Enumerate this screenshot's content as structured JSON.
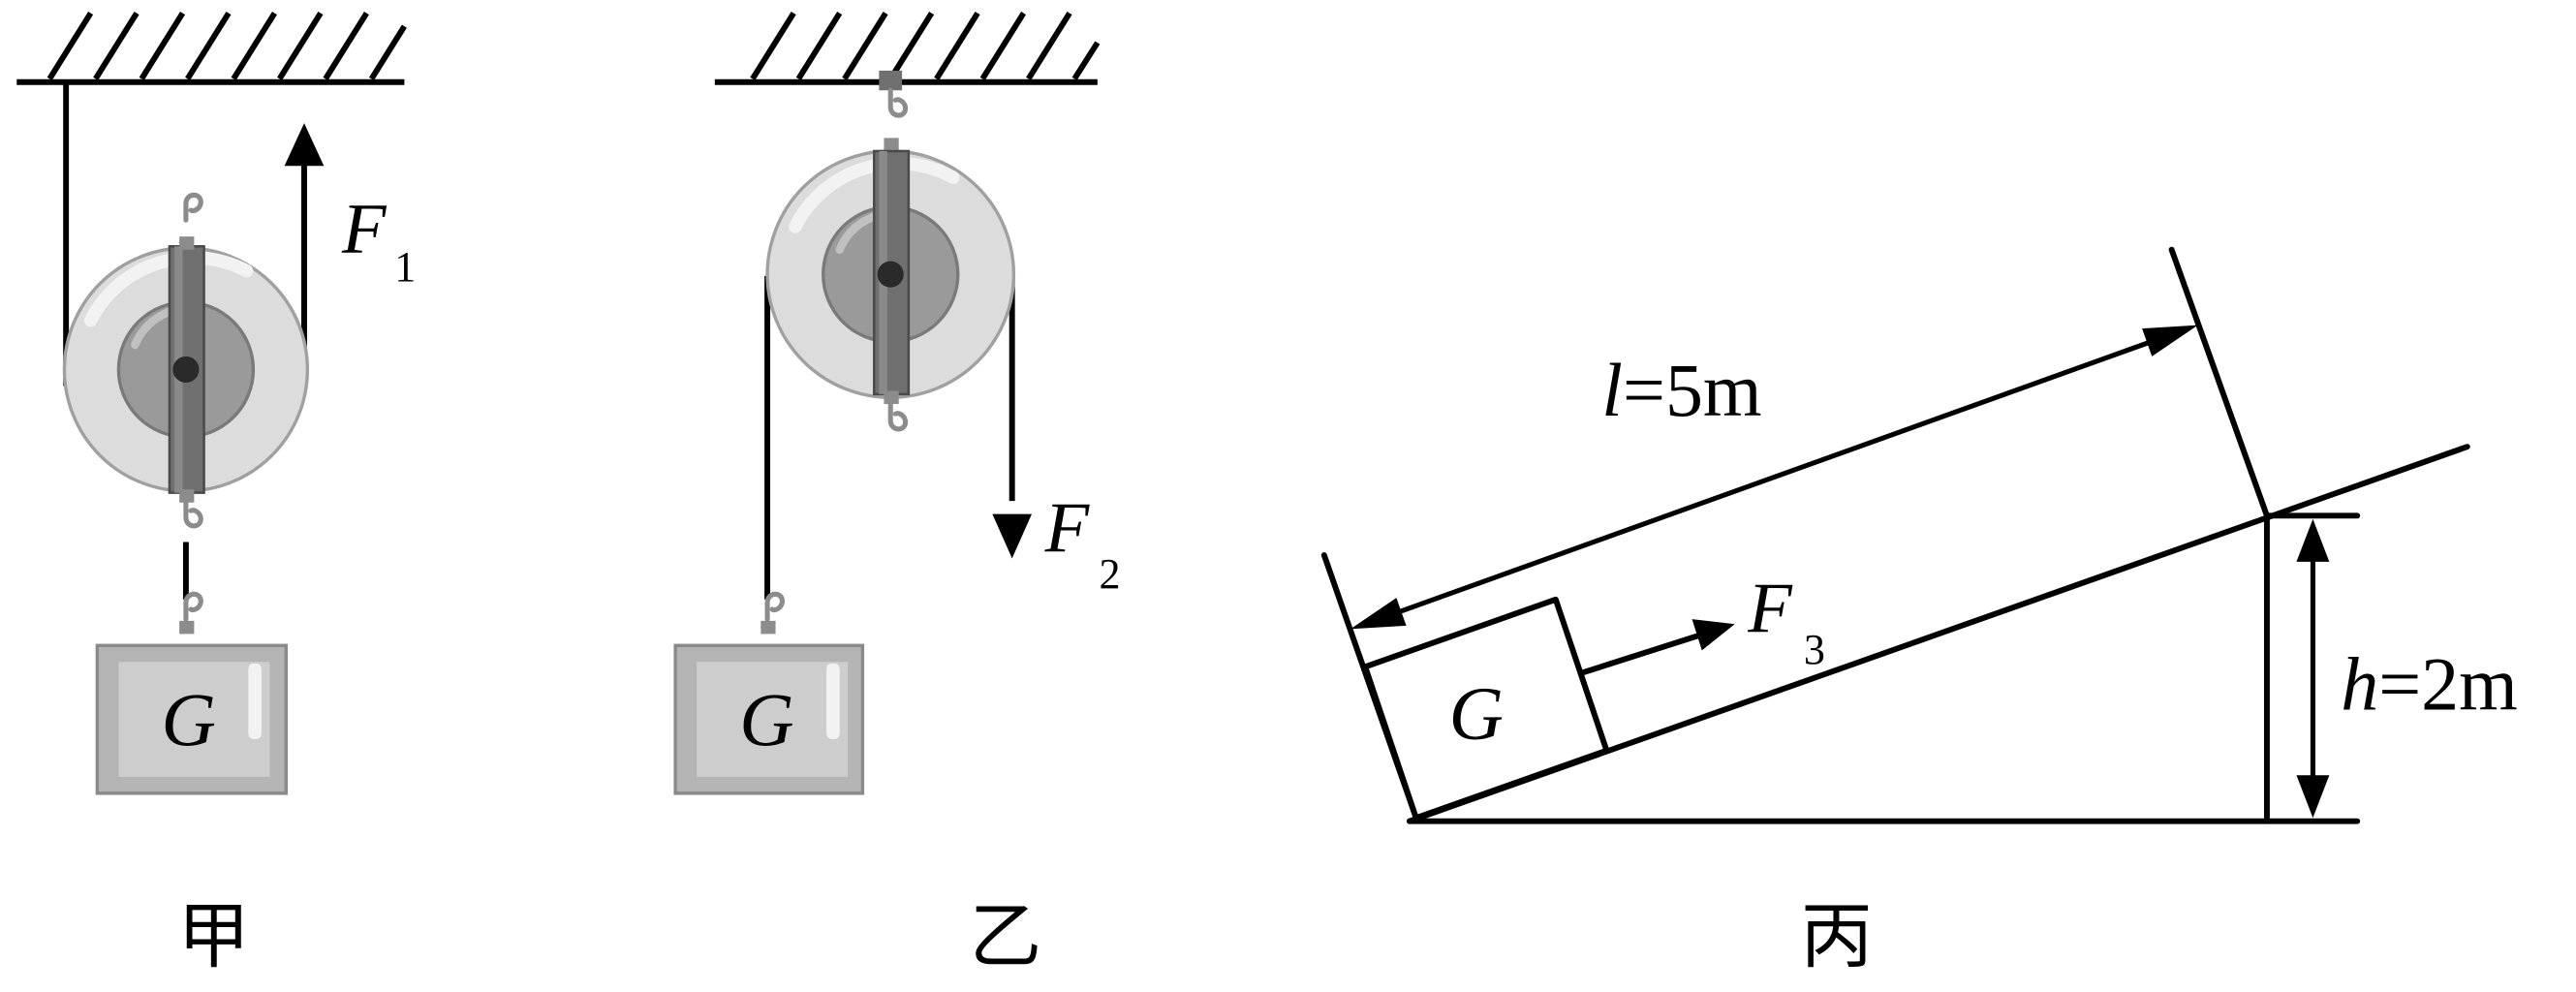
{
  "figures": {
    "jia": {
      "caption": "甲",
      "force": {
        "symbol": "F",
        "subscript": "1"
      },
      "weight": "G"
    },
    "yi": {
      "caption": "乙",
      "force": {
        "symbol": "F",
        "subscript": "2"
      },
      "weight": "G"
    },
    "bing": {
      "caption": "丙",
      "force": {
        "symbol": "F",
        "subscript": "3"
      },
      "weight": "G",
      "length": {
        "symbol": "l",
        "value": "=5m"
      },
      "height": {
        "symbol": "h",
        "value": "=2m"
      }
    }
  },
  "colors": {
    "line": "#000000",
    "wheel_outer": "#dcdcdc",
    "wheel_inner": "#9a9a9a",
    "frame": "#707070",
    "block": "#b4b4b4",
    "hook": "#8c8c8c"
  }
}
